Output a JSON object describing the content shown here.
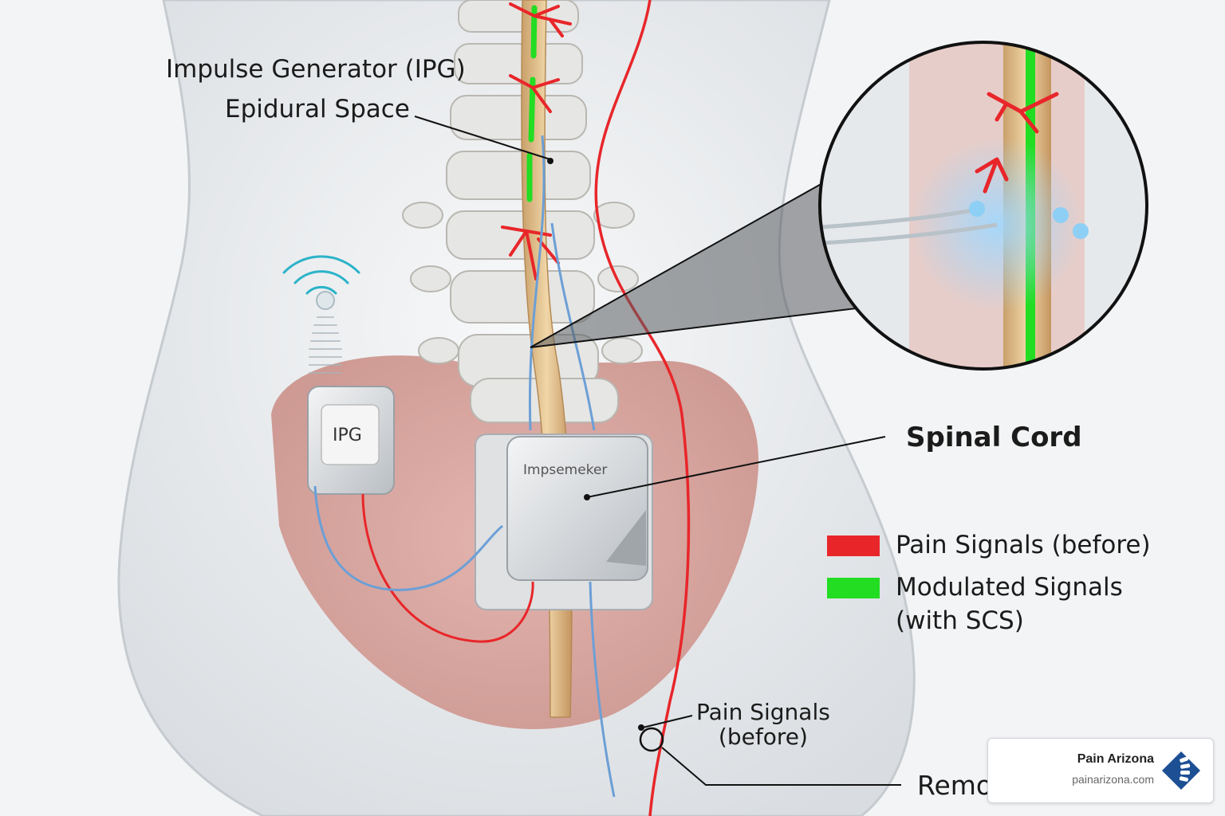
{
  "labels": {
    "ipg_title": "Impulse Generator (IPG)",
    "epidural": "Epidural Space",
    "spinal_cord": "Spinal Cord",
    "pain_before_1": "Pain Signals",
    "pain_before_2": "(before)",
    "remote": "Remo",
    "ipg_device": "IPG",
    "pacemaker_text": "Impsemeker"
  },
  "legend": [
    {
      "label_lines": [
        "Pain Signals (before)"
      ],
      "color": "#e8262a"
    },
    {
      "label_lines": [
        "Modulated Signals",
        "(with SCS)"
      ],
      "color": "#22dd22"
    }
  ],
  "badge": {
    "name": "Pain Arizona",
    "url": "painarizona.com"
  },
  "colors": {
    "pain": "#e8262a",
    "modulated": "#22dd22",
    "cord": "#e0bf8a",
    "skin": "#d99c96",
    "wire_blue": "#6c9fd6",
    "logo_blue": "#1d4f95"
  }
}
